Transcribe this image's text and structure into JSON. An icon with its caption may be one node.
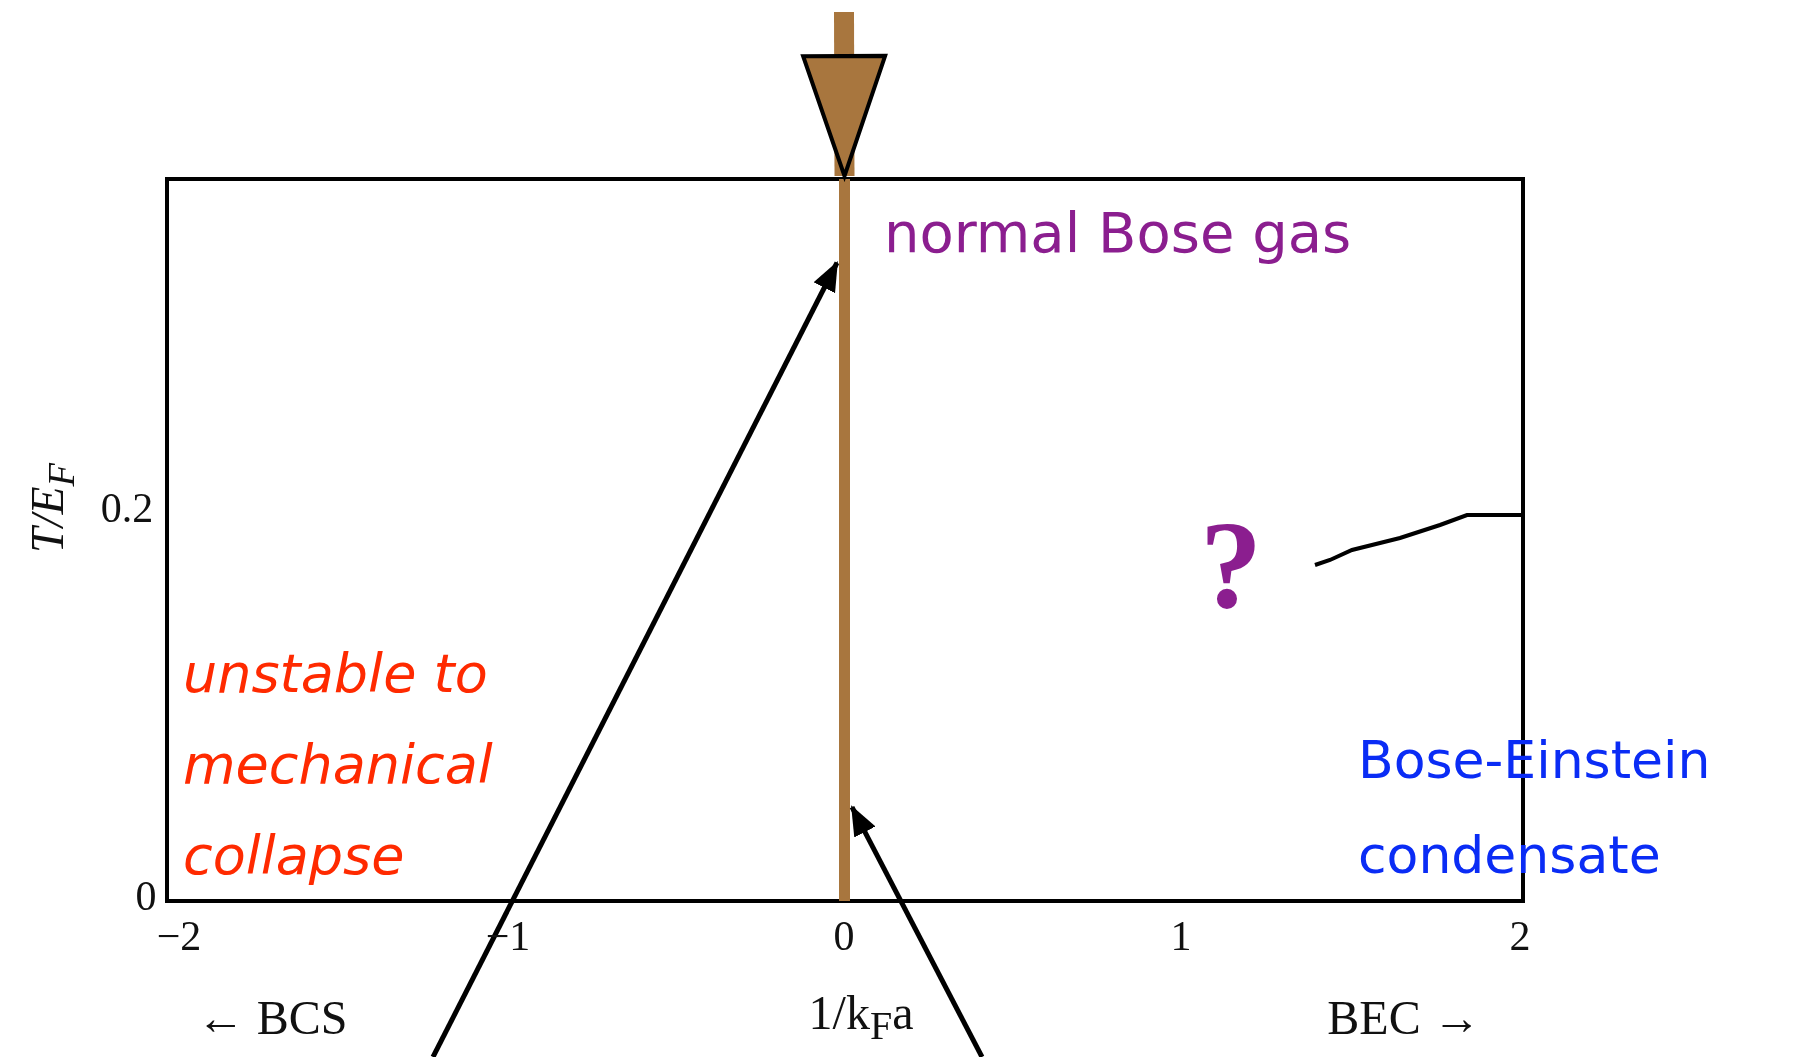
{
  "diagram": {
    "nodes": [
      {
        "text": [],
        "shape": "box"
      },
      {
        "text": [],
        "shape": "bar",
        "in": 0
      }
    ],
    "edges": [
      {
        "from": null,
        "to": 1,
        "arrow": "to",
        "style": "thick",
        "color": "#a8763e"
      },
      {
        "from": null,
        "to": 1,
        "arrow": "to"
      },
      {
        "from": null,
        "to": 1,
        "arrow": "to"
      }
    ],
    "labels": [
      "normal Bose gas",
      "T/E$_{F}$",
      "0.2",
      "?",
      "unstable to mechanical collapse",
      "Bose-Einstein condensate",
      "0",
      "−2",
      "−1",
      "0",
      "1",
      "2",
      "← BCS",
      "1/k$_{F}$a",
      "BEC →"
    ]
  }
}
